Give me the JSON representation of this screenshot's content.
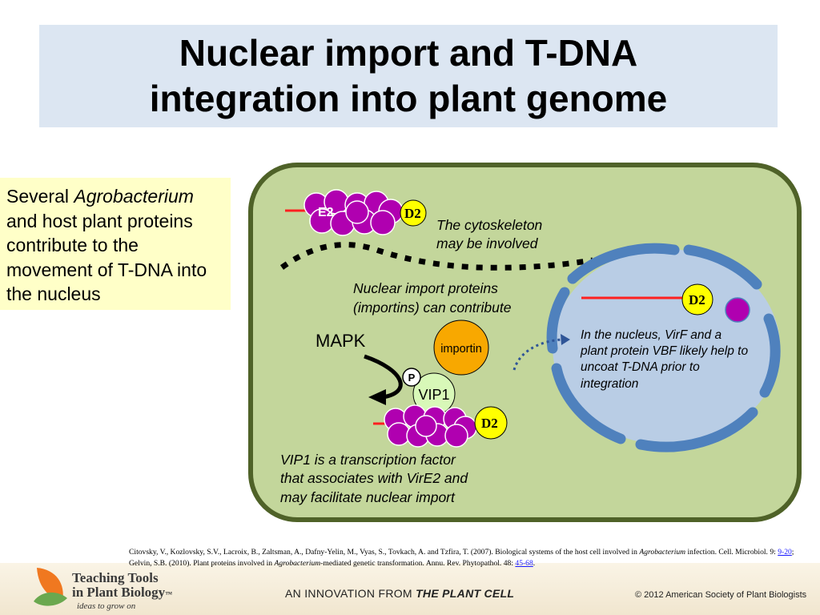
{
  "title": {
    "line1": "Nuclear import and T-DNA",
    "line2": "integration into plant genome"
  },
  "side_note": {
    "prefix": "Several ",
    "italic": "Agrobacterium",
    "rest": " and host plant proteins contribute to the movement of T-DNA into the nucleus"
  },
  "diagram": {
    "e2_label": "E2",
    "d2_label": "D2",
    "cytoskeleton_note": [
      "The cytoskeleton",
      "may be involved"
    ],
    "importins_note": [
      "Nuclear import proteins",
      "(importins) can contribute"
    ],
    "mapk_label": "MAPK",
    "importin_label": "importin",
    "p_label": "P",
    "vip1_label": "VIP1",
    "nucleus_note": [
      "In the nucleus, VirF and a",
      "plant protein VBF likely help to",
      "uncoat T-DNA prior to",
      "integration"
    ],
    "vip1_note": [
      "VIP1 is a transcription factor",
      "that associates with VirE2 and",
      "may facilitate nuclear import"
    ],
    "colors": {
      "cell_fill": "#c3d69b",
      "cell_border": "#4f6228",
      "nucleus_fill": "#b9cde5",
      "nucleus_envelope": "#4f81bd",
      "virE2_fill": "#b000b0",
      "d2_fill": "#ffff00",
      "importin_fill": "#f8a800",
      "vip1_fill": "#d8f8b8",
      "tdna_red": "#ff2020"
    }
  },
  "citation": {
    "part1": "Citovsky, V., Kozlovsky, S.V., Lacroix, B., Zaltsman, A., Dafny-Yelin, M., Vyas, S., Tovkach, A. and Tzfira, T. (2007). Biological systems of the host cell involved in ",
    "italic1": "Agrobacterium",
    "part2": " infection. Cell. Microbiol. 9: ",
    "link1": "9-20",
    "part3": "; Gelvin, S.B. (2010). Plant proteins involved in ",
    "italic2": "Agrobacterium",
    "part4": "-mediated genetic transformation. Annu. Rev. Phytopathol. 48: ",
    "link2": "45-68",
    "part5": "."
  },
  "footer": {
    "logo_line1": "Teaching Tools",
    "logo_line2": "in Plant Biology",
    "logo_tm": "™",
    "tagline": "ideas to grow on",
    "innovation_prefix": "AN INNOVATION FROM ",
    "innovation_bold": "THE PLANT CELL",
    "copyright": "© 2012 American Society of Plant Biologists"
  }
}
